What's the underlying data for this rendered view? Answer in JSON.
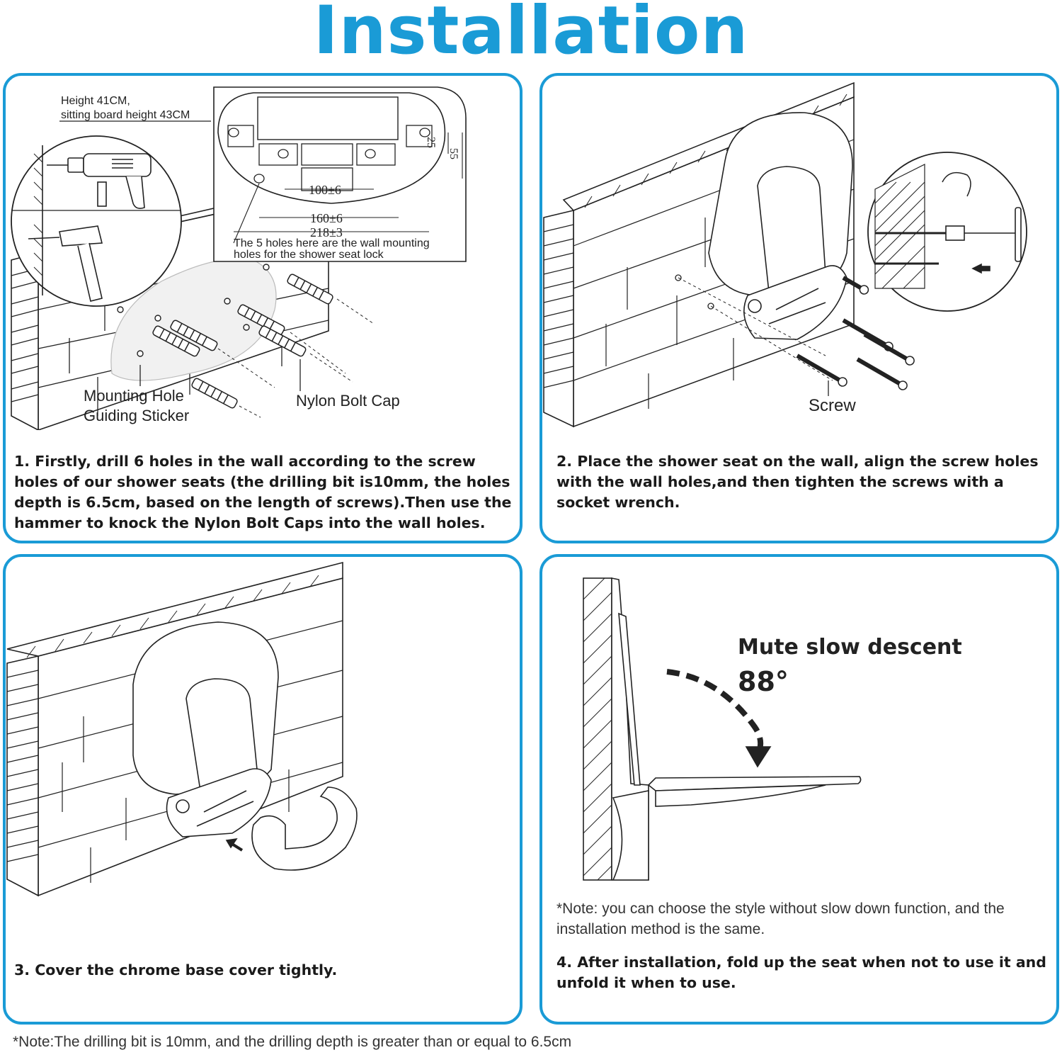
{
  "title": "Installation",
  "panel1": {
    "height_line1": "Height 41CM,",
    "height_line2": "sitting board height 43CM",
    "dim_25": "25",
    "dim_55": "55",
    "dim_100": "100±6",
    "dim_160": "160±6",
    "dim_218": "218±3",
    "holes_note_line1": "The 5 holes here are the wall mounting",
    "holes_note_line2": "holes for the shower seat lock",
    "sticker_label_line1": "Mounting Hole",
    "sticker_label_line2": "Guiding Sticker",
    "bolt_cap_label": "Nylon Bolt Cap",
    "step_text": "1. Firstly, drill 6 holes in the wall according to the screw holes of our shower seats (the drilling bit is10mm, the holes depth is 6.5cm, based on the length of screws).Then use the hammer to knock the Nylon Bolt Caps into the wall holes."
  },
  "panel2": {
    "screw_label": "Screw",
    "step_text": "2. Place the shower seat on the wall, align the screw holes with the wall holes,and then tighten the screws with a socket wrench."
  },
  "panel3": {
    "step_text": "3. Cover the chrome base cover tightly."
  },
  "panel4": {
    "mute_label": "Mute slow descent",
    "angle_label": "88°",
    "note_text": "*Note: you can choose the style without slow down function, and the installation method is the same.",
    "step_text": "4. After installation, fold up the seat when not to use it and unfold it when to use."
  },
  "footer_note": "*Note:The drilling bit is 10mm, and the drilling depth is greater than or equal to 6.5cm",
  "colors": {
    "accent": "#1a9bd6",
    "text": "#1a1a1a",
    "line_art": "#222222"
  },
  "icons": [
    "drill-icon",
    "hammer-icon",
    "wrench-icon",
    "arrow-icon"
  ]
}
